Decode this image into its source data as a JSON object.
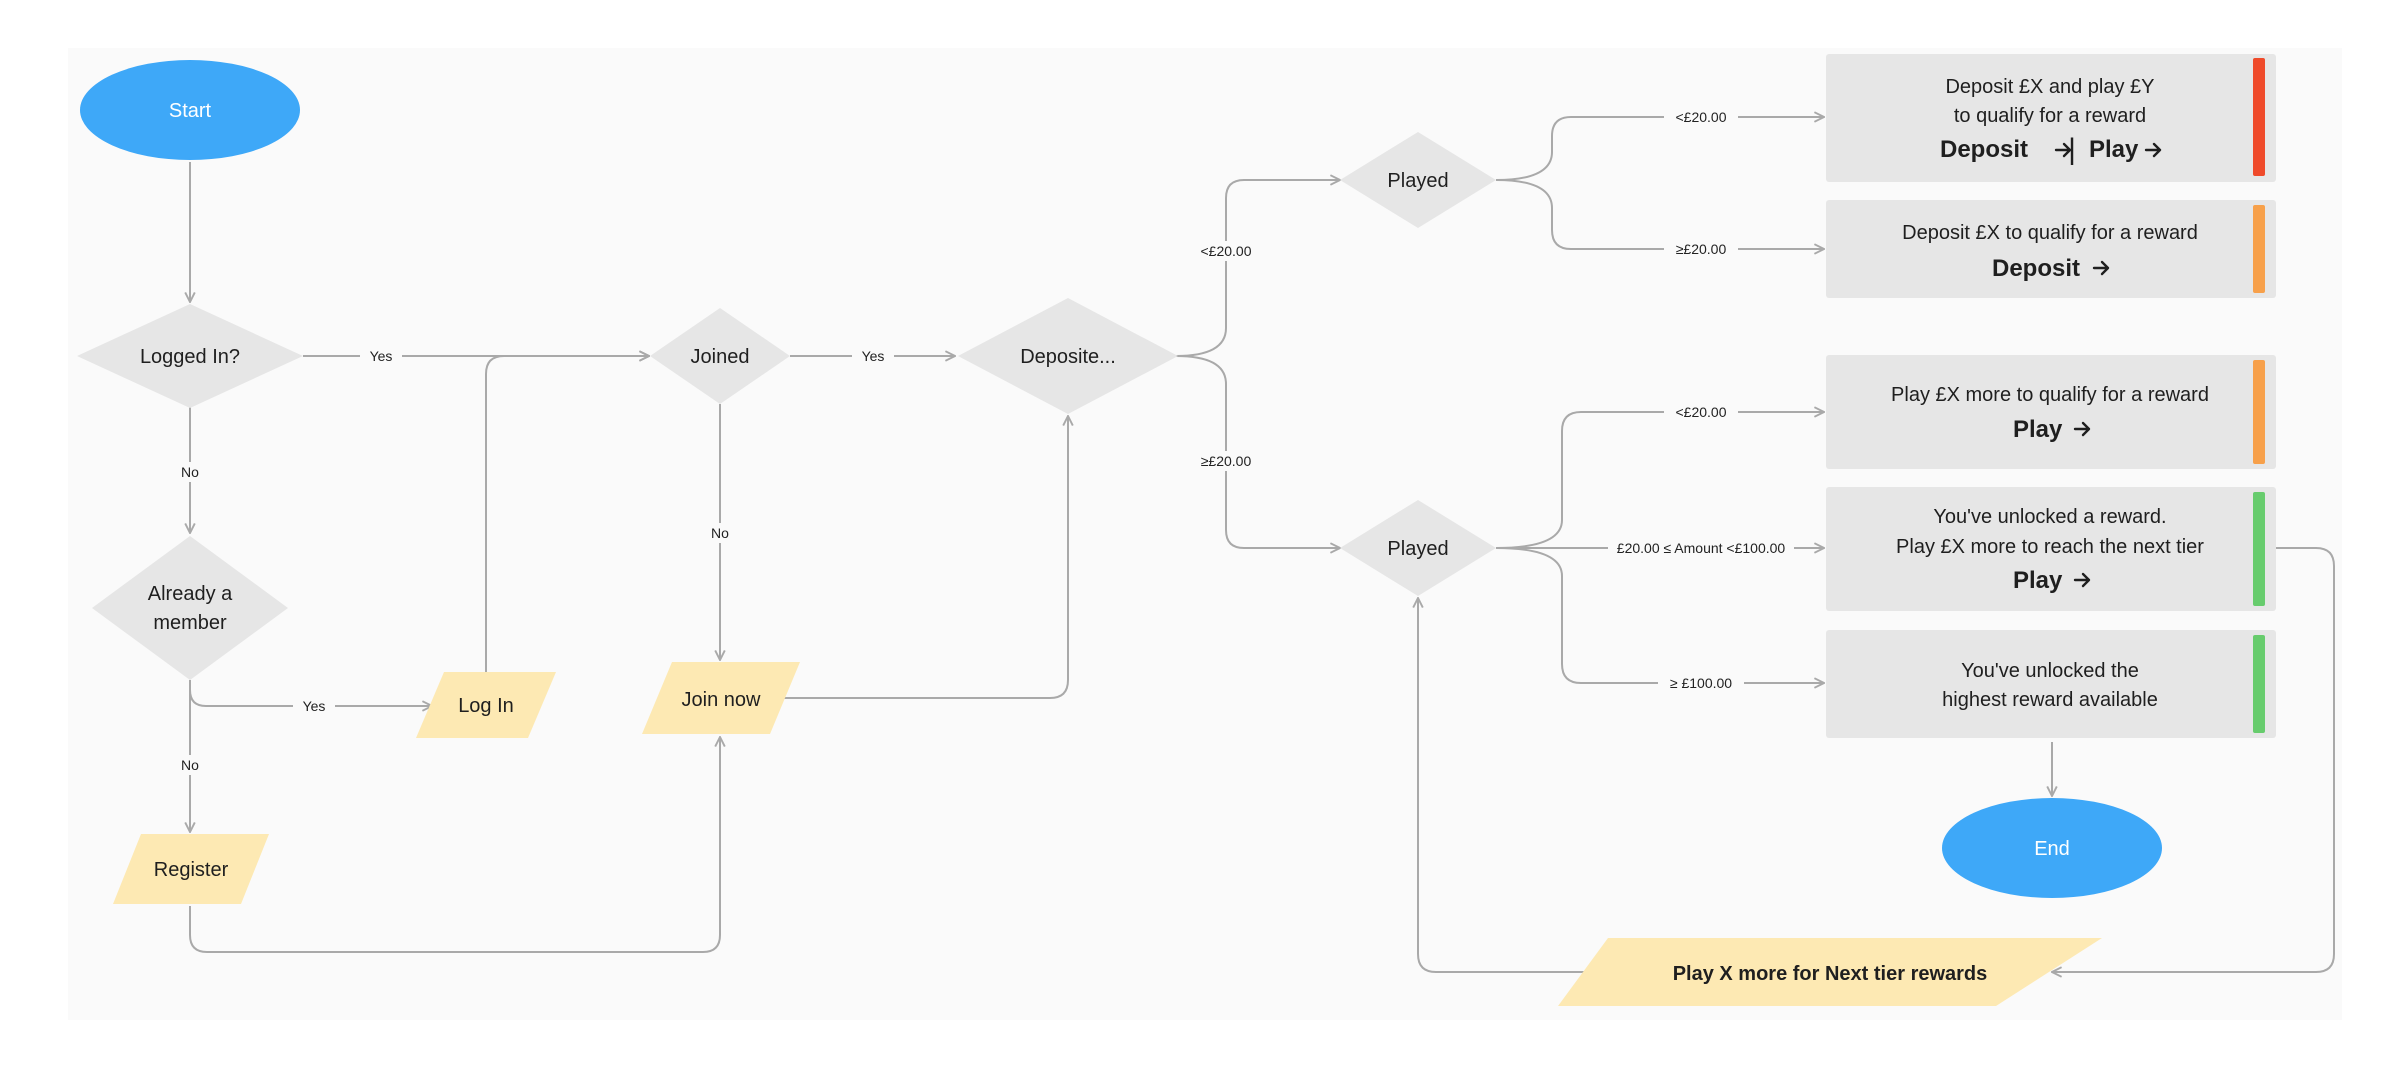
{
  "colors": {
    "canvas": "#fafafa",
    "terminal": "#3ea8f8",
    "decision": "#e6e6e6",
    "io": "#fde9b3",
    "card": "#e6e6e6",
    "edge": "#a9a9a9",
    "status_red": "#ef4a2a",
    "status_orange": "#f7a04a",
    "status_green": "#67cc6d"
  },
  "nodes": {
    "start": "Start",
    "end": "End",
    "logged_in": "Logged In?",
    "already_member": [
      "Already a",
      "member"
    ],
    "log_in": "Log In",
    "register": "Register",
    "joined": "Joined",
    "join_now": "Join now",
    "deposited": "Deposite...",
    "played_top": "Played",
    "played_bottom": "Played",
    "next_tier": "Play X more for Next tier rewards"
  },
  "edge_labels": {
    "logged_in_yes": "Yes",
    "logged_in_no": "No",
    "member_yes": "Yes",
    "member_no": "No",
    "joined_yes": "Yes",
    "joined_no": "No",
    "deposit_low": "<£20.00",
    "deposit_high": "≥£20.00",
    "played_top_low": "<£20.00",
    "played_top_high": "≥£20.00",
    "played_bottom_low": "<£20.00",
    "played_bottom_mid": "£20.00 ≤ Amount <£100.00",
    "played_bottom_high": "≥ £100.00"
  },
  "cards": {
    "deposit_play": {
      "lines": [
        "Deposit £X and play £Y",
        "to qualify for a reward"
      ],
      "action_deposit": "Deposit",
      "separator": "|",
      "action_play": "Play",
      "status": "red"
    },
    "deposit_only": {
      "lines": [
        "Deposit £X to qualify for a reward"
      ],
      "action_deposit": "Deposit",
      "status": "orange"
    },
    "play_more": {
      "lines": [
        "Play £X more to qualify for a reward"
      ],
      "action_play": "Play",
      "status": "orange"
    },
    "unlocked_reward": {
      "lines": [
        "You've unlocked a reward.",
        "Play £X more to reach the next tier"
      ],
      "action_play": "Play",
      "status": "green"
    },
    "highest_reward": {
      "lines": [
        "You've unlocked the",
        "highest reward available"
      ],
      "status": "green"
    }
  },
  "icons": {
    "action_arrow": "arrow-right-icon"
  }
}
